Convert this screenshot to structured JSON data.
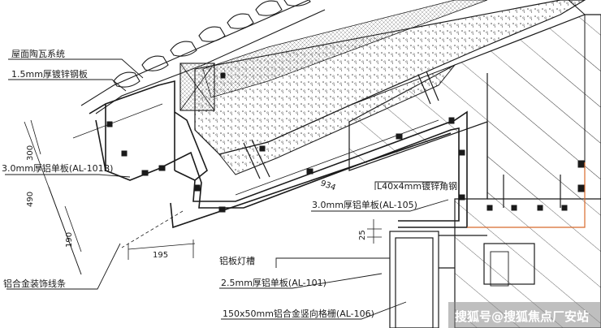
{
  "labels": {
    "roof_tile_system": "屋面陶瓦系统",
    "galv_steel_plate": "1.5mm厚镀锌钢板",
    "al_panel_101b": "3.0mm厚铝单板(AL-101B)",
    "al_trim_strip": "铝合金装饰线条",
    "angle_steel": "L40x4mm镀锌角钢",
    "al_panel_105": "3.0mm厚铝单板(AL-105)",
    "al_light_slot": "铝板灯槽",
    "al_panel_101": "2.5mm厚铝单板(AL-101)",
    "al_mullion_106": "150x50mm铝合金竖向格栅(AL-106)"
  },
  "dimensions": {
    "d300": "300",
    "d490": "490",
    "d190": "190",
    "d195": "195",
    "d934": "934",
    "d25": "25"
  },
  "watermark": "搜狐号@搜狐焦点厂安站",
  "colors": {
    "line": "#1a1a1a",
    "hatch": "#555555",
    "accent_orange": "#d86a2c",
    "watermark": "#ffffff"
  }
}
